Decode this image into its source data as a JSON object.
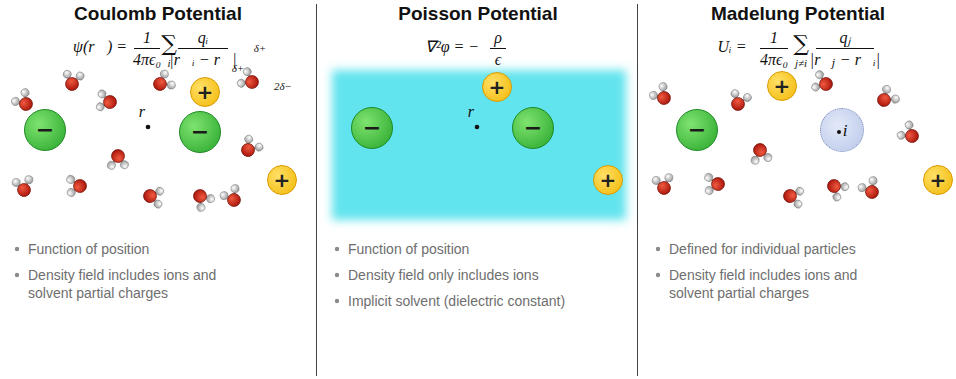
{
  "diagram": {
    "nodes": [
      {
        "text": [
          "+"
        ]
      },
      {
        "text": [
          "−"
        ]
      },
      {
        "text": [
          "−"
        ]
      },
      {
        "text": [
          "+"
        ]
      },
      {
        "text": [
          "+"
        ]
      },
      {
        "text": [
          "−"
        ]
      },
      {
        "text": [
          "−"
        ]
      },
      {
        "text": [
          "+"
        ]
      },
      {
        "text": [
          "+"
        ]
      },
      {
        "text": [
          "−"
        ]
      },
      {
        "text": [
          "i"
        ]
      },
      {
        "text": [
          "+"
        ]
      }
    ],
    "labels": [
      "Coulomb Potential",
      "ψ(r⃗) =",
      "1",
      "4πϵ₀",
      "∑",
      "i",
      "qᵢ",
      "|r⃗ᵢ − r⃗|",
      "δ+",
      "δ+",
      "2δ−",
      "r⃗",
      "Function of position",
      "Density field includes ions and solvent partial charges",
      "Poisson Potential",
      "∇²φ = −",
      "ρ",
      "ϵ",
      "r⃗",
      "Function of position",
      "Density field only includes ions",
      "Implicit solvent (dielectric constant)",
      "Madelung Potential",
      "Uᵢ =",
      "1",
      "4πϵ₀",
      "∑",
      "j≠i",
      "qⱼ",
      "|r⃗ⱼ − r⃗ᵢ|",
      "Defined for individual particles",
      "Density field includes ions and solvent partial charges"
    ]
  }
}
